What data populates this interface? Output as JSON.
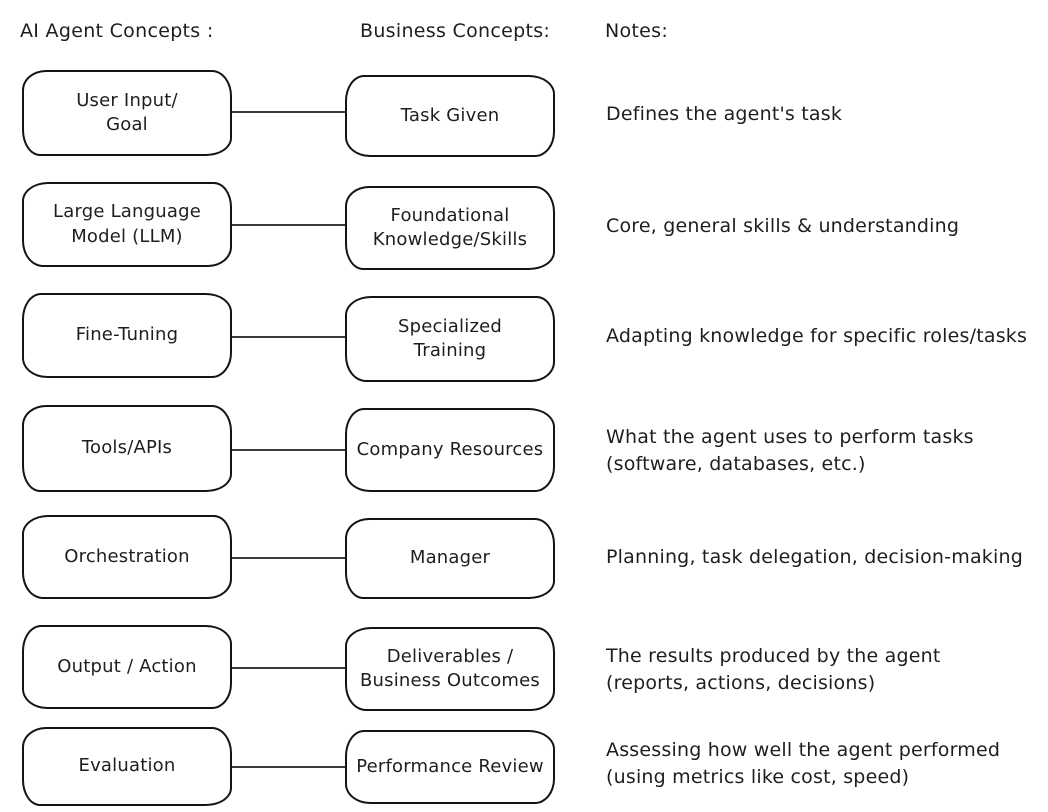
{
  "page": {
    "background": "#ffffff",
    "ink_color": "#1e1e1e",
    "type": "concept-mapping-diagram"
  },
  "headers": {
    "agent_column": "AI Agent Concepts :",
    "business_column": "Business Concepts:",
    "notes_column": "Notes:"
  },
  "rows": [
    {
      "agent_concept": "User Input/\nGoal",
      "business_concept": "Task Given",
      "note": "Defines the agent's task"
    },
    {
      "agent_concept": "Large Language\nModel (LLM)",
      "business_concept": "Foundational\nKnowledge/Skills",
      "note": "Core, general skills & understanding"
    },
    {
      "agent_concept": "Fine-Tuning",
      "business_concept": "Specialized\nTraining",
      "note": "Adapting knowledge for specific roles/tasks"
    },
    {
      "agent_concept": "Tools/APIs",
      "business_concept": "Company Resources",
      "note": "What the agent uses to perform tasks\n(software, databases, etc.)"
    },
    {
      "agent_concept": "Orchestration",
      "business_concept": "Manager",
      "note": "Planning, task delegation, decision-making"
    },
    {
      "agent_concept": "Output / Action",
      "business_concept": "Deliverables /\nBusiness Outcomes",
      "note": "The results produced by the agent\n(reports, actions, decisions)"
    },
    {
      "agent_concept": "Evaluation",
      "business_concept": "Performance Review",
      "note": "Assessing how well the agent performed\n(using metrics like cost, speed)"
    }
  ]
}
